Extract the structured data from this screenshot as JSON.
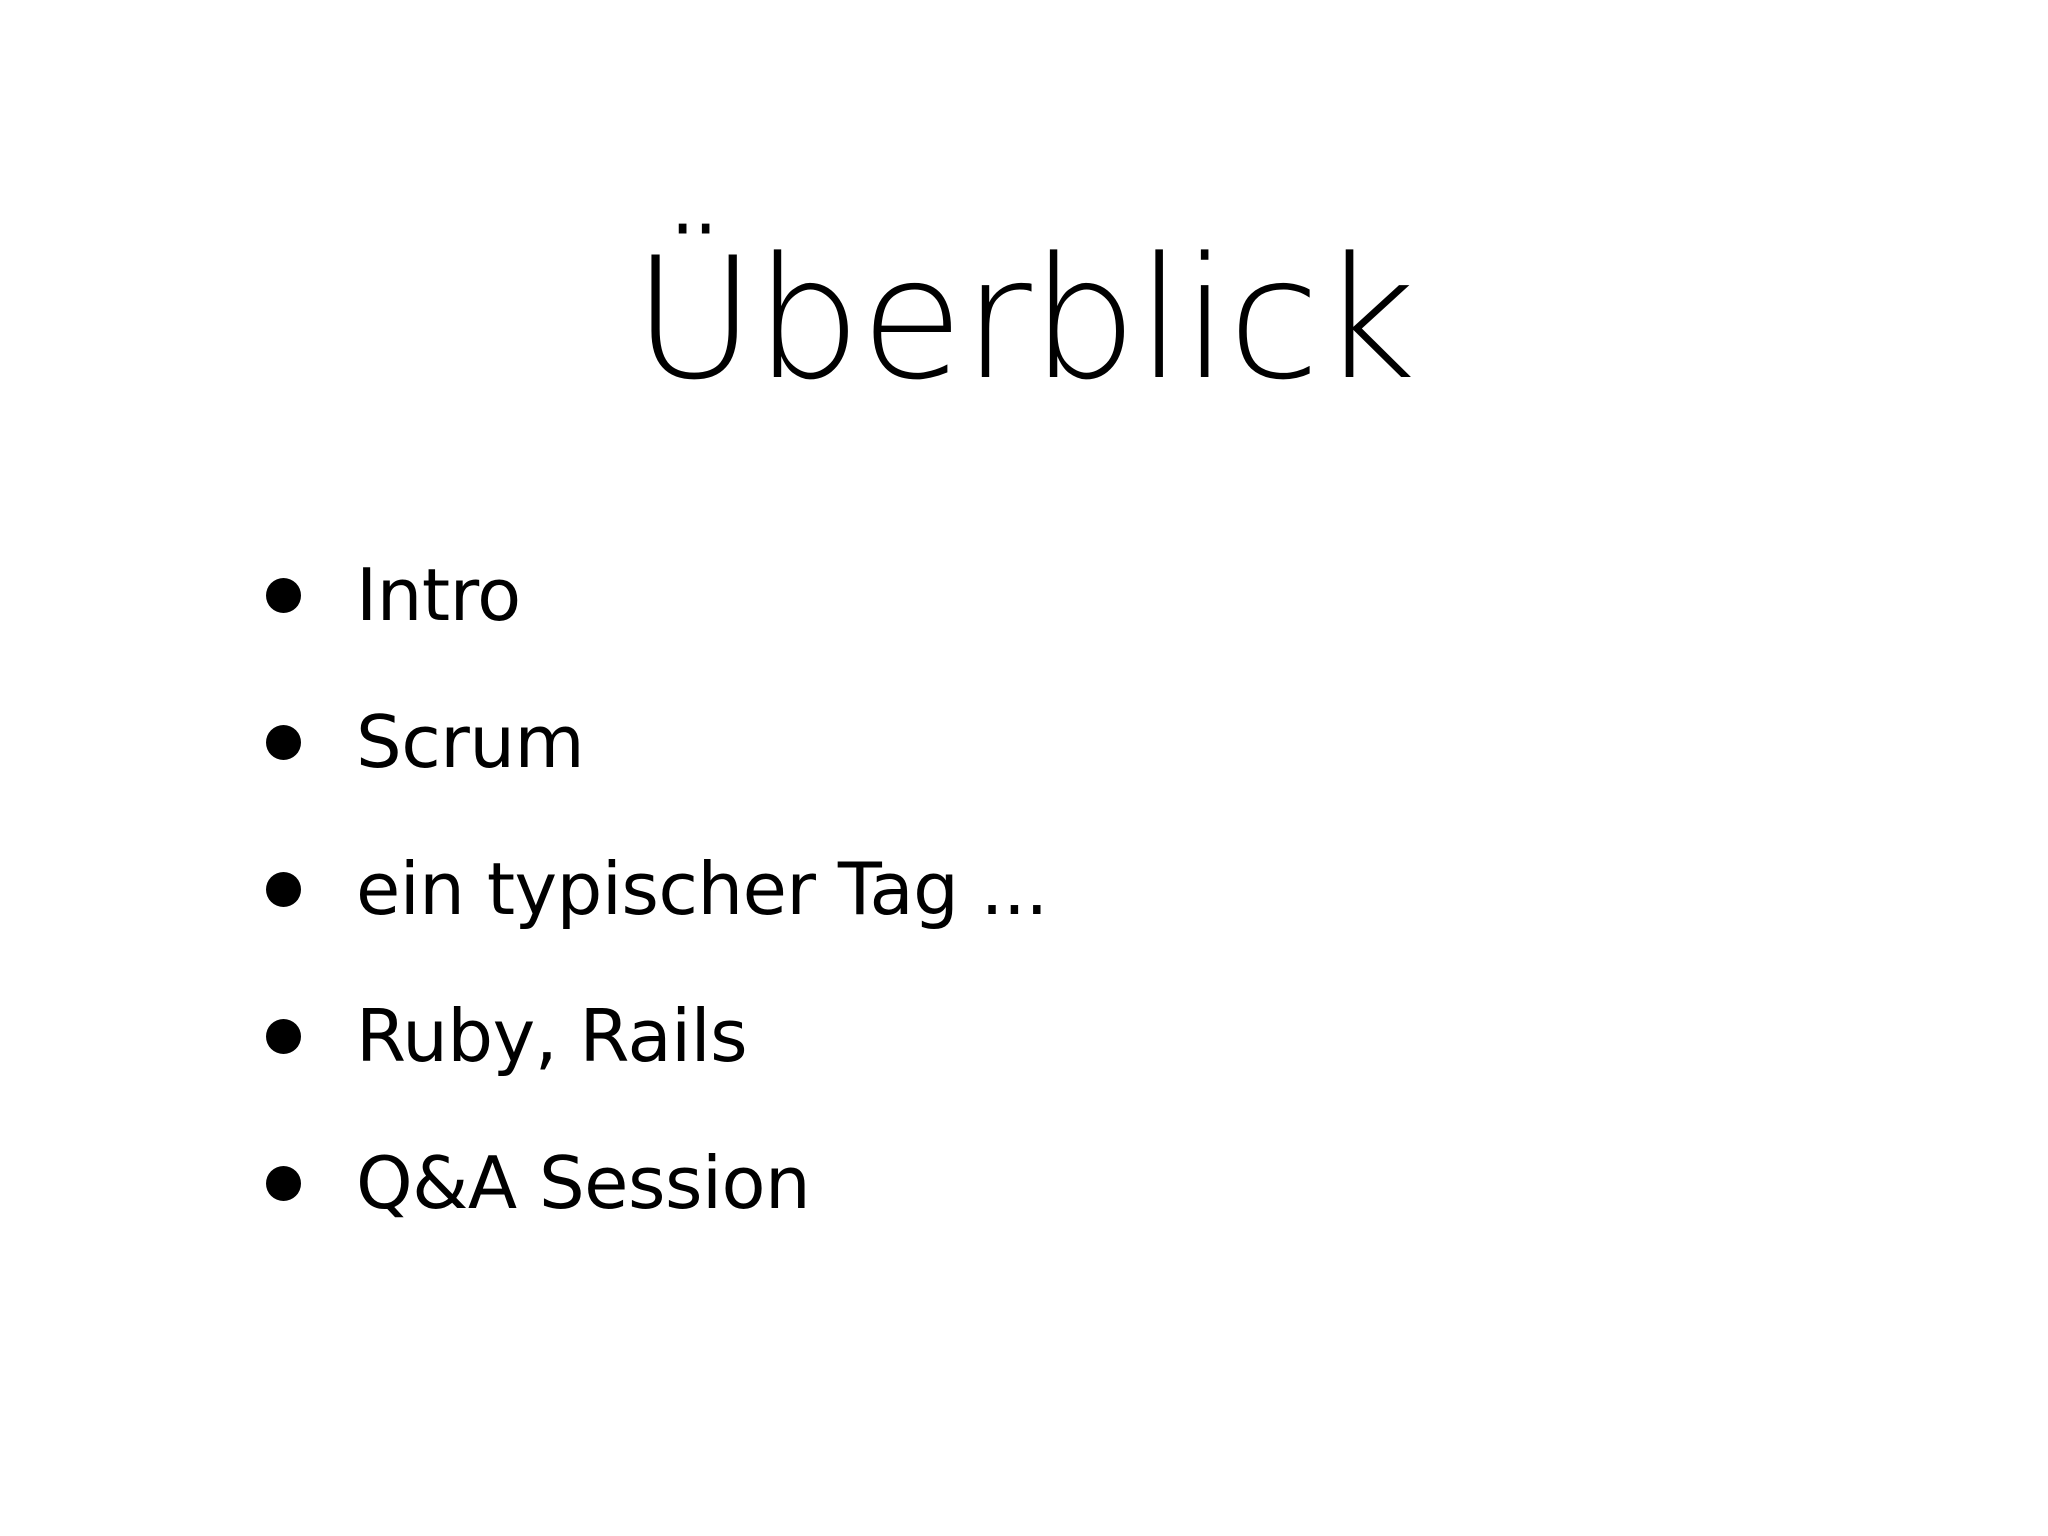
{
  "slide": {
    "title": "Überblick",
    "background_color": "#ffffff",
    "text_color": "#000000",
    "bullets": [
      {
        "label": "Intro",
        "marker": "bullet-dot-icon"
      },
      {
        "label": "Scrum",
        "marker": "bullet-dot-icon"
      },
      {
        "label": "ein typischer Tag ...",
        "marker": "bullet-dot-icon"
      },
      {
        "label": "Ruby, Rails",
        "marker": "bullet-dot-icon"
      },
      {
        "label": "Q&A Session",
        "marker": "bullet-dot-icon"
      }
    ]
  }
}
